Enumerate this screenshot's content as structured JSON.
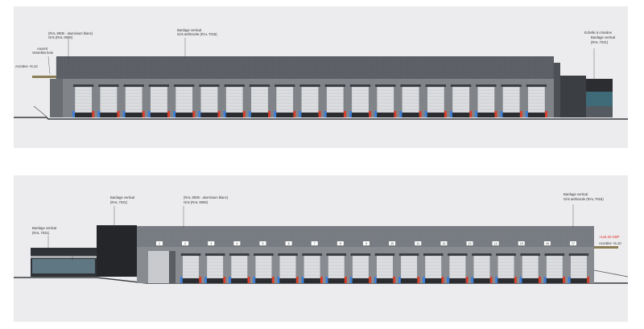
{
  "top_elevation": {
    "labels": {
      "ral9006": "(RAL 9006 - aluminium blanc)",
      "gris": "Gris (RAL 9006)",
      "bardage_vertical": "Bardage vertical",
      "gris_anthracite": "Gris anthracite (RAL 7016)",
      "echelle": "Echelle à crinoline",
      "bardage_vertical_right": "Bardage vertical",
      "ral_7021": "(RAL 7021)",
      "auvent": "Auvent",
      "ventelles": "Ventelles bois",
      "acrotere": "Acrotère +5.10"
    },
    "dock_count": 19
  },
  "bottom_elevation": {
    "labels": {
      "bardage_vertical_a": "Bardage vertical",
      "ral_7021_a": "(RAL 7021)",
      "ral9006": "(RAL 9006 - aluminium blanc)",
      "gris": "Gris (RAL 9006)",
      "bardage_vertical_b": "Bardage vertical",
      "gris_anthracite": "Gris anthracite (RAL 7016)",
      "bardage_vertical_left": "Bardage vertical",
      "ral_7021_left": "(RAL 7021)",
      "elements_vitres": "Elements vitrés",
      "hdp": "+144.22 HDP",
      "acrotere": "Acrotère +5.10"
    },
    "dock_count": 17,
    "dock_numbers": [
      "1",
      "2",
      "3",
      "4",
      "5",
      "6",
      "7",
      "8",
      "9",
      "10",
      "11",
      "12",
      "13",
      "14",
      "15",
      "16",
      "17"
    ]
  },
  "colors": {
    "panel_bg": "#ececee",
    "roof_band": "#565a60",
    "facade_grey": "#7e8288",
    "door_light": "#dcdde0",
    "dark_block": "#26282c",
    "ground": "#3a3b3e",
    "bumper_blue": "#3f7fd6",
    "bumper_red": "#d8402c",
    "label_red": "#e0201c"
  }
}
